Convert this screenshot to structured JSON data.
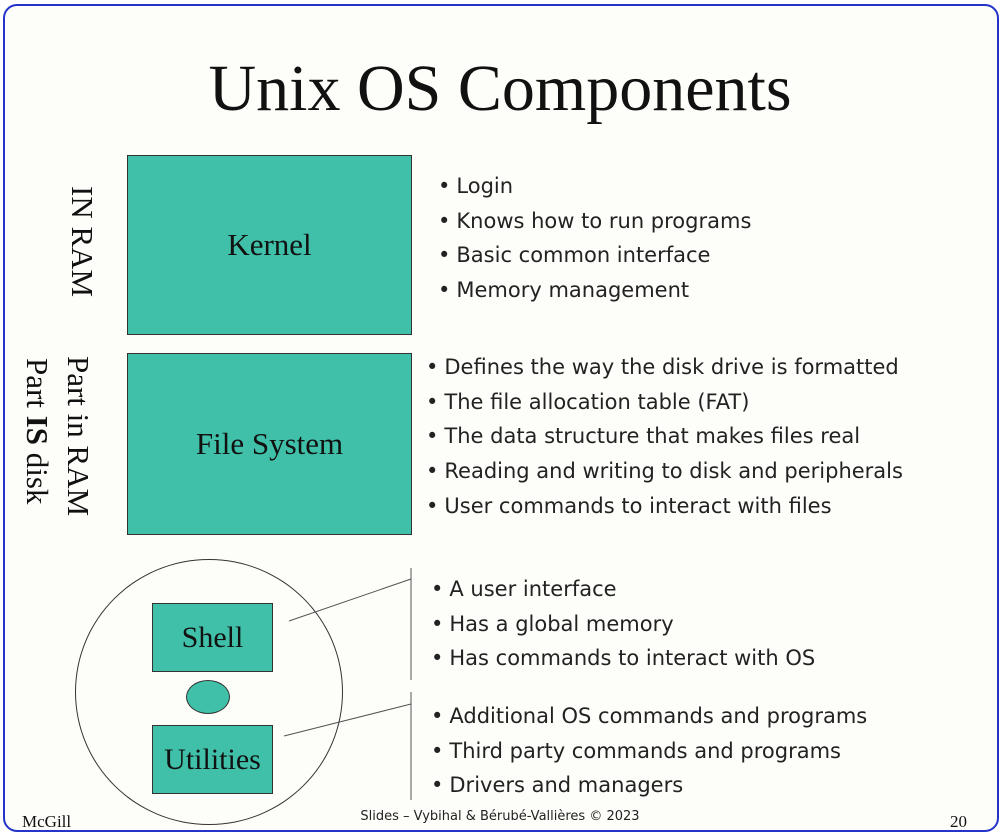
{
  "title": "Unix OS Components",
  "side_labels": {
    "in_ram": "IN RAM",
    "part_in_ram": "Part in RAM",
    "part_is_disk_prefix": "Part ",
    "part_is_disk_bold": "IS",
    "part_is_disk_suffix": " disk"
  },
  "boxes": {
    "kernel": "Kernel",
    "file_system": "File System",
    "shell": "Shell",
    "utilities": "Utilities"
  },
  "kernel_bullets": [
    "Login",
    "Knows how to run programs",
    "Basic common interface",
    "Memory management"
  ],
  "file_system_bullets": [
    "Defines the way the disk drive is formatted",
    "The file allocation table (FAT)",
    "The data structure that makes files real",
    "Reading and writing to disk and peripherals",
    "User commands to interact with files"
  ],
  "shell_bullets": [
    "A user interface",
    "Has a global memory",
    "Has commands to interact with OS"
  ],
  "utilities_bullets": [
    "Additional OS commands and programs",
    "Third party commands and programs",
    "Drivers and managers"
  ],
  "footer": {
    "left": "McGill",
    "center": "Slides – Vybihal & Bérubé-Vallières © 2023",
    "page_number": "20"
  },
  "colors": {
    "box_fill": "#40c0a9",
    "frame_border": "#2433c9"
  }
}
